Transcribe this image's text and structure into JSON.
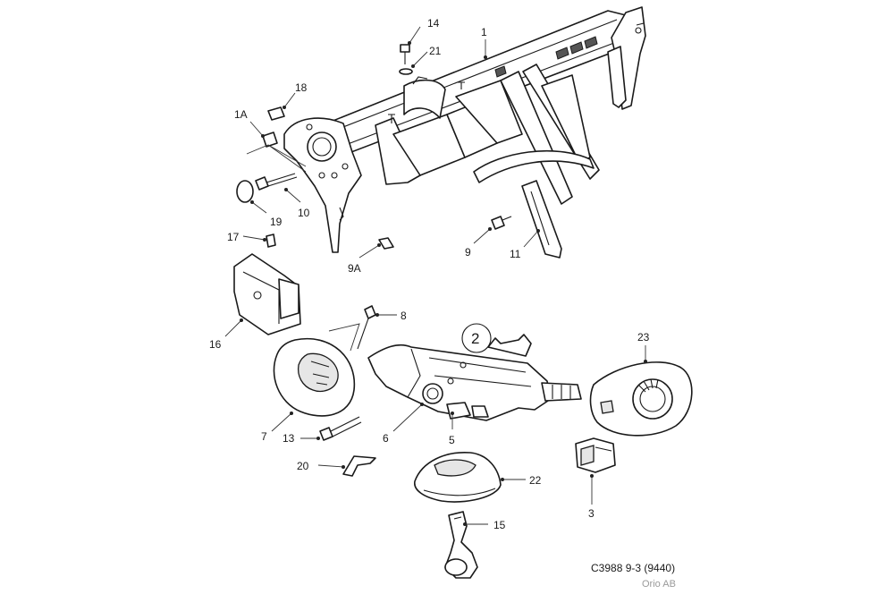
{
  "figure": {
    "caption": "C3988 9-3 (9440)",
    "copyright": "Orio AB",
    "group_number": "2"
  },
  "callouts": [
    {
      "id": "1",
      "label": "1"
    },
    {
      "id": "1A",
      "label": "1A"
    },
    {
      "id": "3",
      "label": "3"
    },
    {
      "id": "5",
      "label": "5"
    },
    {
      "id": "6",
      "label": "6"
    },
    {
      "id": "7",
      "label": "7"
    },
    {
      "id": "8",
      "label": "8"
    },
    {
      "id": "9",
      "label": "9"
    },
    {
      "id": "9A",
      "label": "9A"
    },
    {
      "id": "10",
      "label": "10"
    },
    {
      "id": "11",
      "label": "11"
    },
    {
      "id": "13",
      "label": "13"
    },
    {
      "id": "14",
      "label": "14"
    },
    {
      "id": "15",
      "label": "15"
    },
    {
      "id": "16",
      "label": "16"
    },
    {
      "id": "17",
      "label": "17"
    },
    {
      "id": "18",
      "label": "18"
    },
    {
      "id": "19",
      "label": "19"
    },
    {
      "id": "20",
      "label": "20"
    },
    {
      "id": "21",
      "label": "21"
    },
    {
      "id": "22",
      "label": "22"
    },
    {
      "id": "23",
      "label": "23"
    }
  ]
}
